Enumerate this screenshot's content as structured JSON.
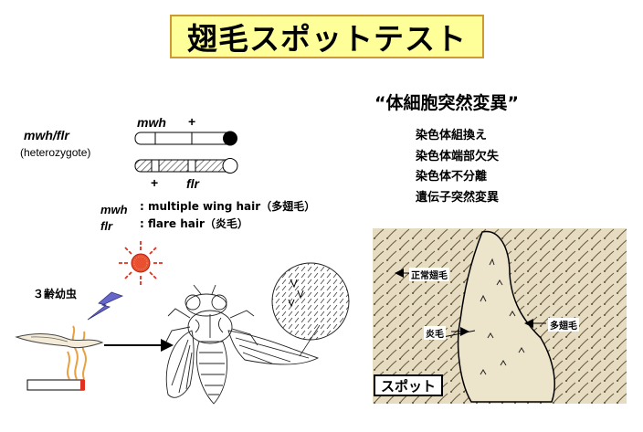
{
  "title": "翅毛スポットテスト",
  "genotype": {
    "label": "mwh/flr",
    "note": "(heterozygote)"
  },
  "chromosome": {
    "top_gene": "mwh",
    "top_plus": "+",
    "bottom_plus": "+",
    "bottom_gene": "flr"
  },
  "legend": [
    {
      "gene": "mwh",
      "desc": ": multiple wing hair（多翅毛）"
    },
    {
      "gene": "flr",
      "desc": ": flare hair（炎毛）"
    }
  ],
  "larva_label": "３齢幼虫",
  "mutation": {
    "heading": "“体細胞突然変異”",
    "items": [
      "染色体組換え",
      "染色体端部欠失",
      "染色体不分離",
      "遺伝子突然変異"
    ]
  },
  "photo": {
    "normal_label": "正常翅毛",
    "flare_label": "炎毛",
    "multiple_label": "多翅毛",
    "spot_label": "スポット"
  },
  "colors": {
    "title_bg": "#ffff99",
    "title_border": "#cc9933",
    "sun": "#e03020",
    "lightning": "#6666cc",
    "photo_bg": "#e8dcc0"
  }
}
